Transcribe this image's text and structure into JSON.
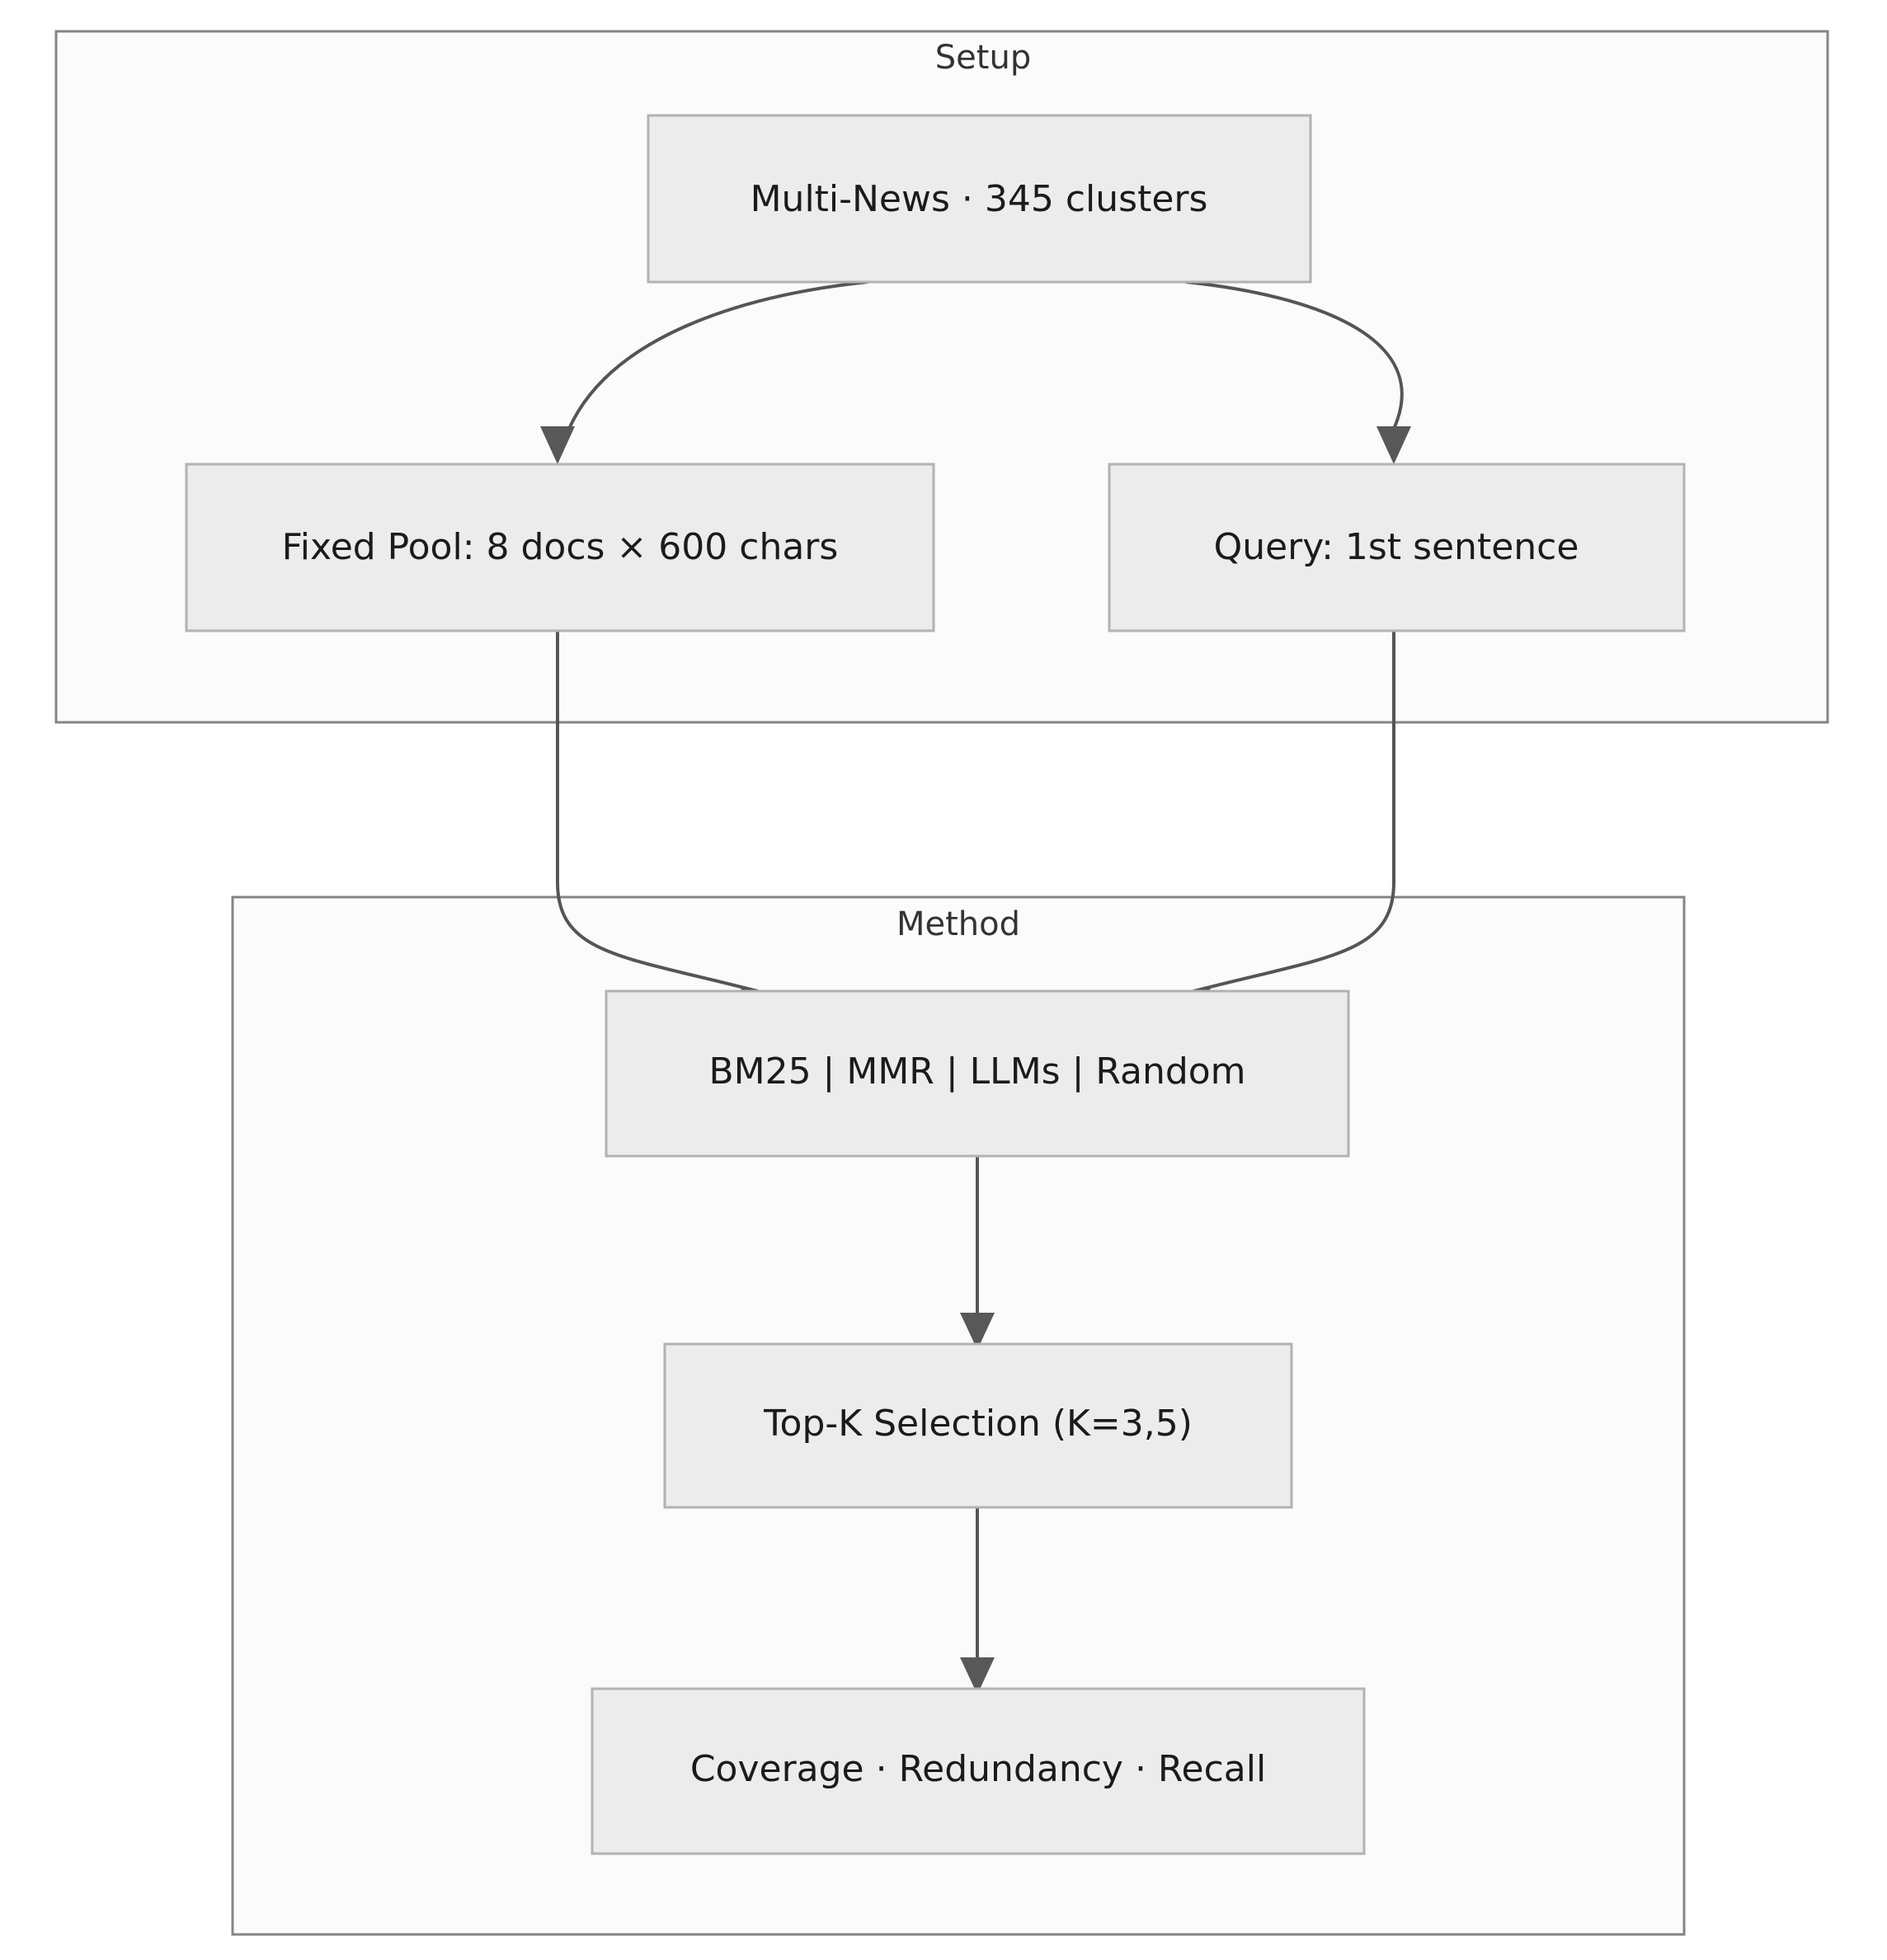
{
  "diagram": {
    "title_type": "flowchart",
    "clusters": [
      {
        "id": "setup",
        "label": "Setup"
      },
      {
        "id": "method",
        "label": "Method"
      }
    ],
    "nodes": [
      {
        "id": "dataset",
        "label": "Multi-News · 345 clusters",
        "cluster": "setup"
      },
      {
        "id": "pool",
        "label": "Fixed Pool: 8 docs × 600 chars",
        "cluster": "setup"
      },
      {
        "id": "query",
        "label": "Query: 1st sentence",
        "cluster": "setup"
      },
      {
        "id": "selectors",
        "label": "BM25 | MMR | LLMs | Random",
        "cluster": "method"
      },
      {
        "id": "topk",
        "label": "Top-K Selection (K=3,5)",
        "cluster": "method"
      },
      {
        "id": "metrics",
        "label": "Coverage · Redundancy · Recall",
        "cluster": "method"
      }
    ],
    "edges": [
      {
        "from": "dataset",
        "to": "pool"
      },
      {
        "from": "dataset",
        "to": "query"
      },
      {
        "from": "pool",
        "to": "selectors"
      },
      {
        "from": "query",
        "to": "selectors"
      },
      {
        "from": "selectors",
        "to": "topk"
      },
      {
        "from": "topk",
        "to": "metrics"
      }
    ],
    "colors": {
      "page_background": "#ffffff",
      "cluster_fill": "#fbfbfb",
      "cluster_stroke": "#858585",
      "node_fill": "#ececec",
      "node_stroke": "#b2b2b2",
      "edge_stroke": "#555555",
      "arrow_fill": "#585858",
      "node_text": "#1b1b1b",
      "cluster_text": "#333333"
    }
  }
}
